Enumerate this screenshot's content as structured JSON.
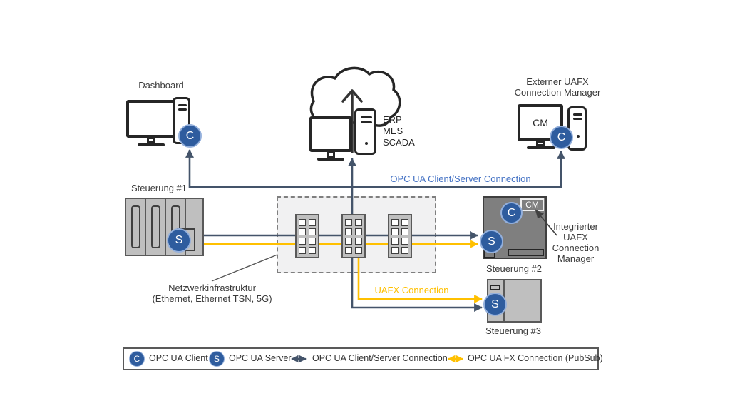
{
  "nodes": {
    "dashboard": {
      "label": "Dashboard",
      "badge": "C"
    },
    "erp_stack": {
      "line1": "ERP",
      "line2": "MES",
      "line3": "SCADA"
    },
    "external_cm": {
      "label_line1": "Externer UAFX",
      "label_line2": "Connection Manager",
      "screen_text": "CM",
      "badge": "C"
    },
    "steuerung1": {
      "label": "Steuerung #1",
      "badge": "S"
    },
    "steuerung2": {
      "label": "Steuerung #2",
      "client_badge": "C",
      "server_badge": "S",
      "cm_tag": "CM"
    },
    "steuerung3": {
      "label": "Steuerung #3",
      "badge": "S"
    },
    "integrated_cm": {
      "line1": "Integrierter",
      "line2": "UAFX",
      "line3": "Connection",
      "line4": "Manager"
    },
    "network": {
      "line1": "Netzwerkinfrastruktur",
      "line2": "(Ethernet, Ethernet TSN, 5G)"
    }
  },
  "connections": {
    "client_server_label": "OPC UA Client/Server Connection",
    "uafx_label": "UAFX Connection"
  },
  "legend": {
    "client_badge": "C",
    "client_label": "OPC UA Client",
    "server_badge": "S",
    "server_label": "OPC UA Server",
    "client_server_label": "OPC UA Client/Server Connection",
    "fx_label": "OPC UA FX Connection (PubSub)"
  },
  "colors": {
    "badge_blue": "#2E5C9E",
    "line_dark": "#44546A",
    "line_yellow": "#FFC000",
    "label_blue": "#4472C4"
  }
}
